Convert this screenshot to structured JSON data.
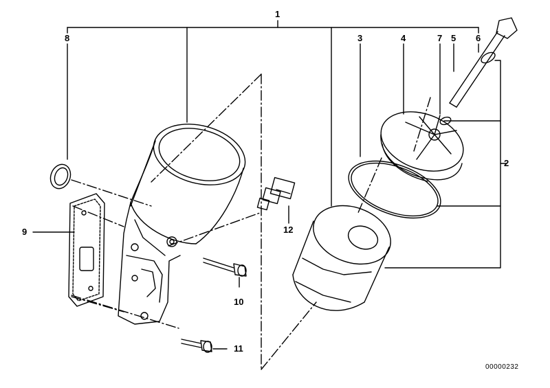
{
  "diagram": {
    "callouts": {
      "c1": "1",
      "c2": "2",
      "c3": "3",
      "c4": "4",
      "c5": "5",
      "c6": "6",
      "c7": "7",
      "c8": "8",
      "c9": "9",
      "c10": "10",
      "c11": "11",
      "c12": "12"
    },
    "document_number": "00000232",
    "line_color": "#000000",
    "background": "#ffffff"
  }
}
